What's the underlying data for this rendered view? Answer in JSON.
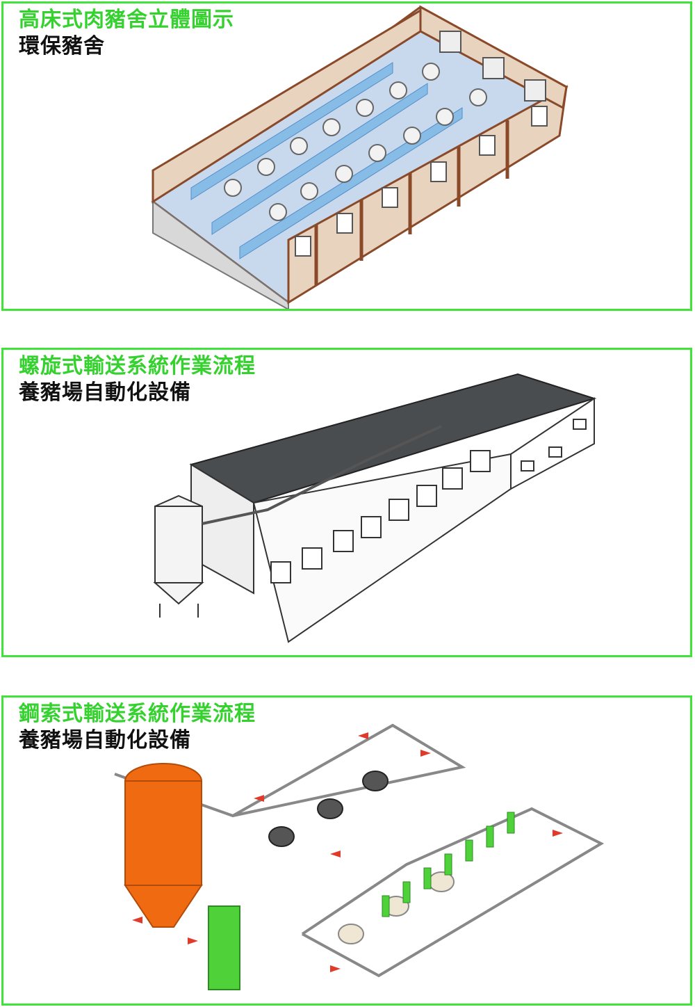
{
  "colors": {
    "panel_border": "#3fe33a",
    "title_green": "#35d12f",
    "subtitle": "#111111",
    "brick": "#e8d3bf",
    "timber": "#8a4a2a",
    "partition_blue": "#7fb9e6",
    "roof_dark": "#4a4d4f",
    "silo_orange": "#f06a12",
    "motor_green": "#4fd13a",
    "arrow_red": "#e03a2a"
  },
  "panels": [
    {
      "title": "高床式肉豬舍立體圖示",
      "subtitle": "環保豬舍",
      "illustration": "elevated-pig-house"
    },
    {
      "title": "螺旋式輸送系統作業流程",
      "subtitle": "養豬場自動化設備",
      "illustration": "spiral-conveyor-barn"
    },
    {
      "title": "鋼索式輸送系統作業流程",
      "subtitle": "養豬場自動化設備",
      "illustration": "cable-conveyor-loop"
    }
  ]
}
